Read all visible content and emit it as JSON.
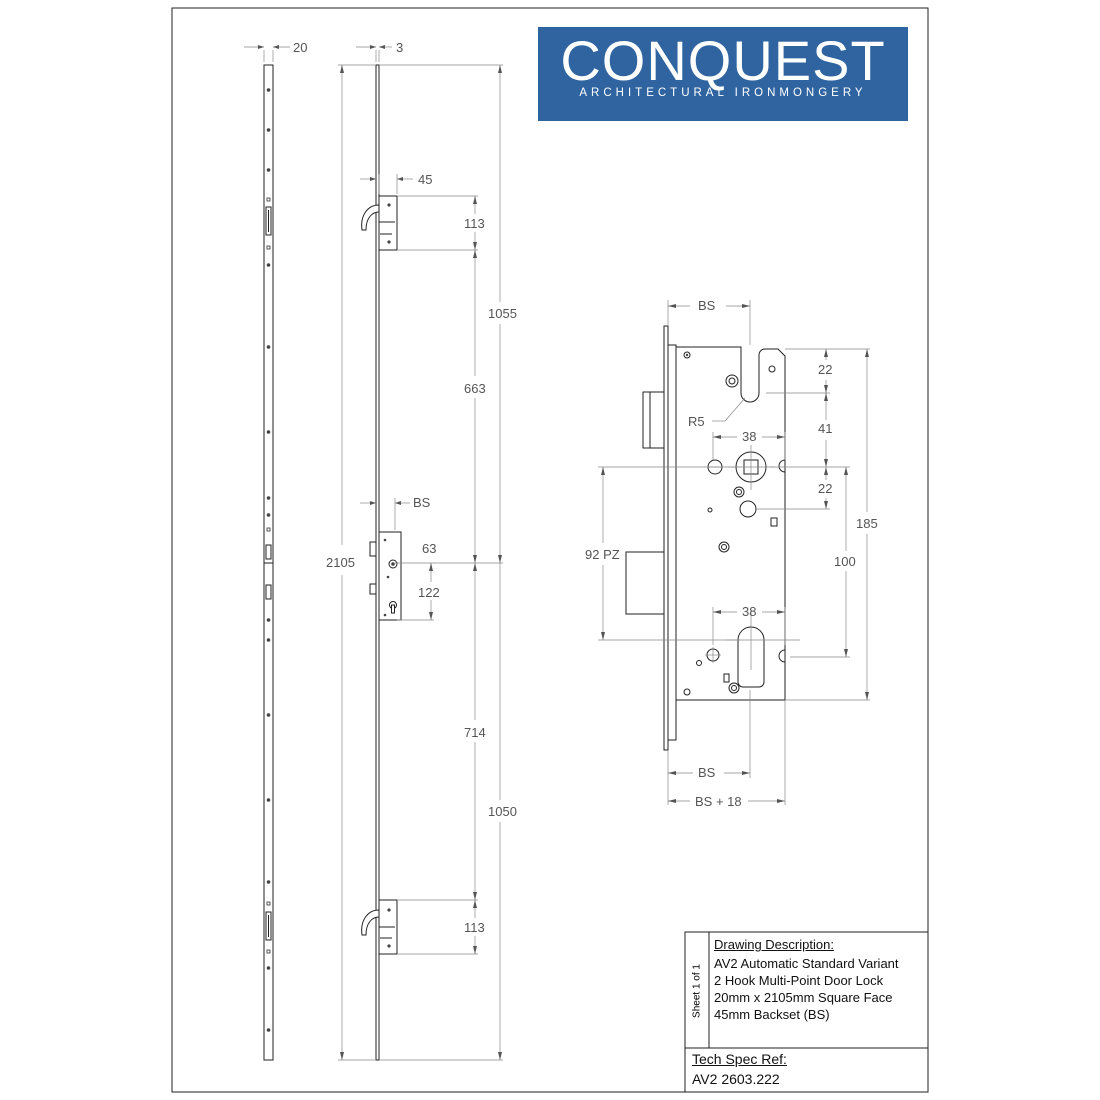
{
  "brand": {
    "name": "CONQUEST",
    "tagline": "ARCHITECTURAL   IRONMONGERY",
    "background": "#2f64a0"
  },
  "dimensions": {
    "face_width": "20",
    "face_thickness": "3",
    "overall_length": "2105",
    "top_hook_offset": "45",
    "top_hook_height": "113",
    "upper_span": "1055",
    "upper_inner": "663",
    "backset_label": "BS",
    "centre_offset": "63",
    "centre_case": "122",
    "lower_inner": "714",
    "lower_span": "1050",
    "bottom_hook_height": "113"
  },
  "detail": {
    "bs_top": "BS",
    "radius": "R5",
    "top_slot": "22",
    "spindle_gap": "41",
    "spindle_width": "38",
    "latch_offset": "22",
    "case_height": "185",
    "pz": "92 PZ",
    "hundred": "100",
    "cyl_width": "38",
    "bs_bottom": "BS",
    "bs_plus": "BS + 18"
  },
  "title_block": {
    "sheet": "Sheet 1 of 1",
    "description_heading": "Drawing Description:",
    "description_lines": [
      "AV2 Automatic Standard Variant",
      "2 Hook Multi-Point Door Lock",
      "20mm x 2105mm Square Face",
      "45mm Backset (BS)"
    ],
    "ref_heading": "Tech Spec Ref:",
    "ref_value": "AV2 2603.222"
  }
}
